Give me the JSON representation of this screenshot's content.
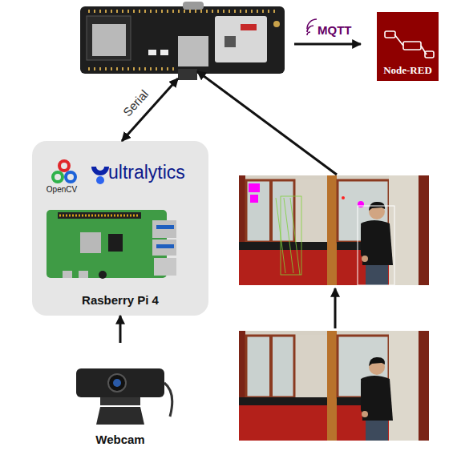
{
  "diagram": {
    "nodes": [
      {
        "text": [
          "Node-RED"
        ]
      },
      {
        "text": [
          "OpenCV",
          "ultralytics",
          "Rasberry Pi 4"
        ]
      },
      {
        "text": [
          "Webcam"
        ]
      }
    ],
    "edges": [
      {
        "from": 2,
        "to": 1,
        "arrow": "to"
      }
    ],
    "labels": [
      "MQTT",
      "Serial"
    ]
  }
}
